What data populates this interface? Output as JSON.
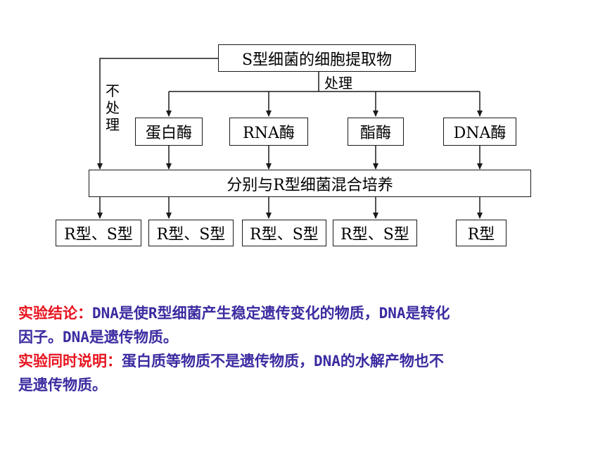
{
  "diagram": {
    "top_box": "S型细菌的细胞提取物",
    "process_label": "处理",
    "no_process_label": "不处理",
    "enzymes": [
      "蛋白酶",
      "RNA酶",
      "酯酶",
      "DNA酶"
    ],
    "mix_box": "分别与R型细菌混合培养",
    "results": [
      "R型、S型",
      "R型、S型",
      "R型、S型",
      "R型、S型",
      "R型"
    ]
  },
  "notes": {
    "conclusion_label": "实验结论：",
    "conclusion_text_1": "DNA是使R型细菌产生稳定遗传变化的物质，DNA是转化",
    "conclusion_text_2": "因子。DNA是遗传物质。",
    "also_label": "实验同时说明：",
    "also_text_1": "蛋白质等物质不是遗传物质，DNA的水解产物也不",
    "also_text_2": "是遗传物质。"
  },
  "colors": {
    "label_red": "#e8131f",
    "text_purple": "#3a2ba0"
  }
}
